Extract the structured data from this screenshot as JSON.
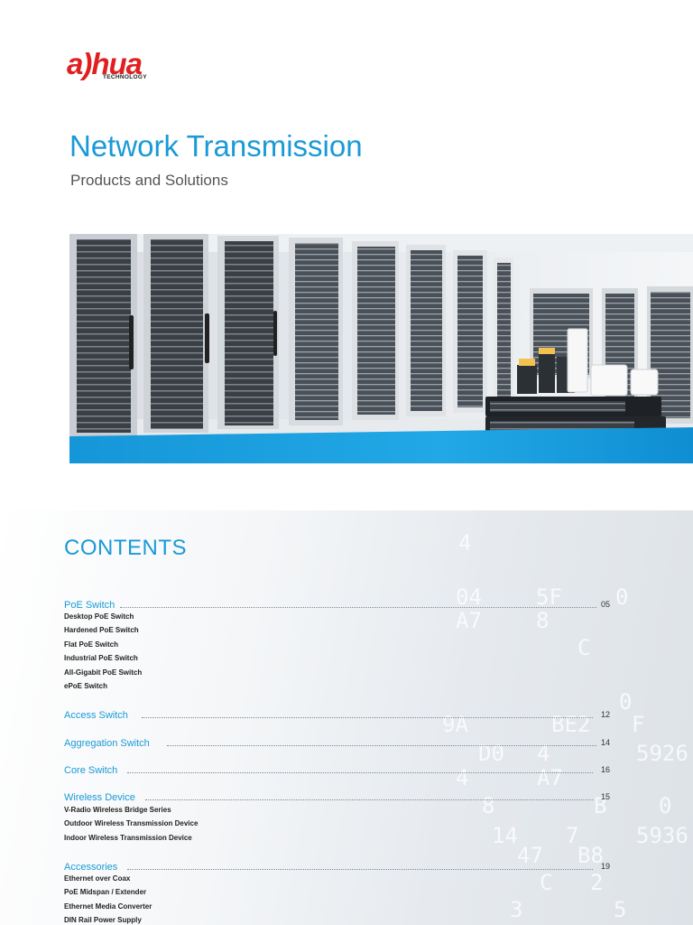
{
  "brand": {
    "logo_word": "a)hua",
    "logo_sub": "TECHNOLOGY"
  },
  "header": {
    "title": "Network Transmission",
    "subtitle": "Products and Solutions"
  },
  "contents": {
    "heading": "CONTENTS",
    "sections": [
      {
        "label": "PoE Switch",
        "page": "05",
        "items": [
          "Desktop PoE Switch",
          "Hardened PoE Switch",
          "Flat PoE Switch",
          "Industrial PoE Switch",
          "All-Gigabit PoE Switch",
          "ePoE Switch"
        ]
      },
      {
        "label": "Access Switch",
        "page": "12",
        "items": []
      },
      {
        "label": "Aggregation Switch",
        "page": "14",
        "items": []
      },
      {
        "label": "Core Switch",
        "page": "16",
        "items": []
      },
      {
        "label": "Wireless Device",
        "page": "15",
        "items": [
          "V-Radio Wireless Bridge Series",
          "Outdoor Wireless Transmission Device",
          "Indoor Wireless Transmission Device"
        ]
      },
      {
        "label": "Accessories",
        "page": "19",
        "items": [
          "Ethernet over Coax",
          "PoE Midspan / Extender",
          "Ethernet Media Converter",
          "DIN Rail Power Supply"
        ]
      }
    ]
  },
  "background_glyphs": [
    "4",
    "04",
    "5F",
    "0",
    "A7",
    "8",
    "C",
    "0",
    "9A",
    "BE2",
    "F",
    "D0",
    "4",
    "5926",
    "4",
    "A7",
    "8",
    "0",
    "B",
    "14",
    "7",
    "5936",
    "47",
    "B8",
    "C",
    "2",
    "3",
    "5"
  ],
  "colors": {
    "accent": "#1a9ad6",
    "brand_red": "#e02020",
    "hero_band": "#1aa0e0"
  }
}
